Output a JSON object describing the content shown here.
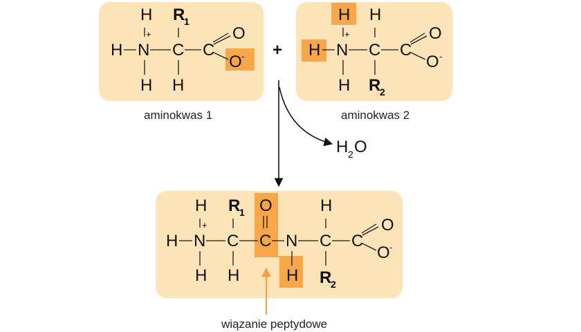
{
  "colors": {
    "box_fill": "#fde3b8",
    "highlight": "#f7a64a",
    "arrow_bond": "#f2a23a",
    "ink": "#111111"
  },
  "atoms": {
    "H": "H",
    "N": "N",
    "C": "C",
    "O": "O",
    "R": "R",
    "plus_charge": "+",
    "minus_charge": "-"
  },
  "amino_acid_1": {
    "substituent_index": "1",
    "caption": "aminokwas 1"
  },
  "amino_acid_2": {
    "substituent_index": "2",
    "caption": "aminokwas 2"
  },
  "reaction": {
    "plus_sign": "+",
    "byproduct_main": "H",
    "byproduct_index": "2",
    "byproduct_rest": "O"
  },
  "product": {
    "substituent_1_index": "1",
    "substituent_2_index": "2",
    "bond_caption": "wiązanie peptydowe"
  }
}
